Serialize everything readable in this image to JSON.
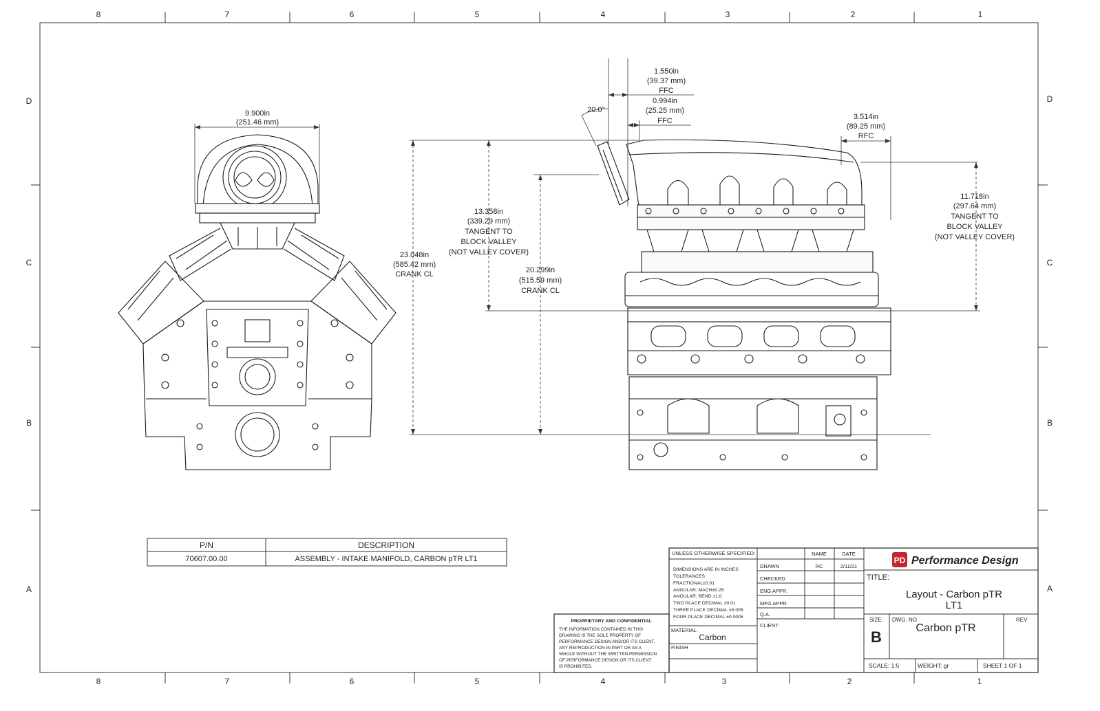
{
  "border": {
    "top_numbers": [
      "8",
      "7",
      "6",
      "5",
      "4",
      "3",
      "2",
      "1"
    ],
    "bottom_numbers": [
      "8",
      "7",
      "6",
      "5",
      "4",
      "3",
      "2",
      "1"
    ],
    "left_letters": [
      "D",
      "C",
      "B",
      "A"
    ],
    "right_letters": [
      "D",
      "C",
      "B",
      "A"
    ]
  },
  "dimensions": {
    "front_width": [
      "9.900in",
      "(251.46 mm)"
    ],
    "front_offset": [
      "1.550in",
      "(39.37 mm)",
      "FFC"
    ],
    "front_offset2": [
      "0.994in",
      "(25.25 mm)",
      "FFC"
    ],
    "angle": "20.0°",
    "rear_offset": [
      "3.514in",
      "(89.25 mm)",
      "RFC"
    ],
    "height_crank": [
      "23.048in",
      "(585.42 mm)",
      "CRANK CL"
    ],
    "height_valley": [
      "13.358in",
      "(339.29 mm)",
      "TANGENT TO",
      "BLOCK VALLEY",
      "(NOT VALLEY COVER)"
    ],
    "height_crank2": [
      "20.299in",
      "(515.59 mm)",
      "CRANK CL"
    ],
    "height_valley_right": [
      "11.718in",
      "(297.64 mm)",
      "TANGENT TO",
      "BLOCK VALLEY",
      "(NOT VALLEY COVER)"
    ]
  },
  "parts_table": {
    "headers": [
      "P/N",
      "DESCRIPTION"
    ],
    "rows": [
      [
        "70607.00.00",
        "ASSEMBLY - INTAKE MANIFOLD, CARBON pTR LT1"
      ]
    ]
  },
  "title_block": {
    "unless": "UNLESS OTHERWISE SPECIFIED:",
    "col_name": "NAME",
    "col_date": "DATE",
    "tolerances": [
      "DIMENSIONS ARE IN INCHES",
      "TOLERANCES:",
      "FRACTIONAL±0.01",
      "ANGULAR: MACH±0.25",
      "ANGULAR: BEND ±1.0",
      "TWO PLACE DECIMAL    ±0.01",
      "THREE PLACE DECIMAL  ±0.005",
      "FOUR PLACE DECIMAL ±0.0005"
    ],
    "roles": [
      "DRAWN",
      "CHECKED",
      "ENG APPR.",
      "MFG APPR.",
      "Q.A."
    ],
    "drawn_name": "RC",
    "drawn_date": "2/11/21",
    "client_label": "CLIENT:",
    "material_label": "MATERIAL",
    "material_value": "Carbon",
    "finish_label": "FINISH",
    "proprietary_title": "PROPRIETARY AND CONFIDENTIAL",
    "proprietary_text": [
      "THE INFORMATION CONTAINED IN THIS",
      "DRAWING IS THE SOLE PROPERTY OF",
      "PERFORMANCE DESIGN AND/OR ITS CLIENT.",
      "ANY REPRODUCTION IN PART OR AS A",
      "WHOLE WITHOUT THE WRITTEN PERMISSION",
      "OF PERFORMANCE DESIGN OR ITS CLIENT",
      "IS PROHIBITED."
    ],
    "company": "Performance Design",
    "logo_letters": "PD",
    "title_label": "TITLE:",
    "title_line1": "Layout - Carbon pTR",
    "title_line2": "LT1",
    "size_label": "SIZE",
    "size_value": "B",
    "dwg_label": "DWG.  NO.",
    "dwg_value": "Carbon pTR",
    "rev_label": "REV",
    "scale": "SCALE: 1:5",
    "weight": "WEIGHT: gr",
    "sheet": "SHEET 1 OF 1"
  },
  "colors": {
    "line": "#222222",
    "logo_red": "#c0282d",
    "paper": "#ffffff"
  }
}
